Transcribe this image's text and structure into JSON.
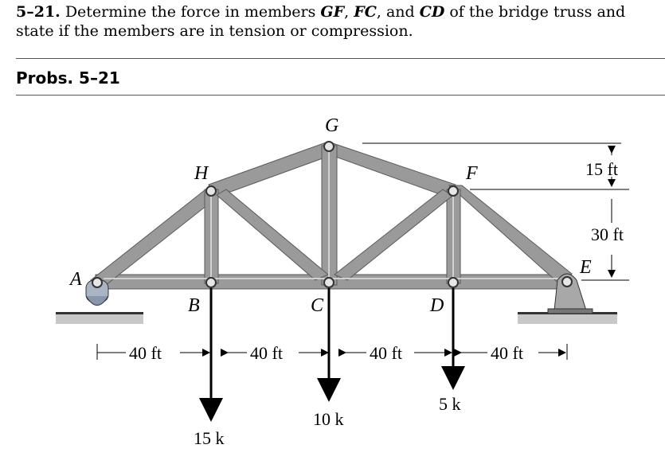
{
  "problem": {
    "number": "5–21.",
    "text_1": " Determine the force in members ",
    "m1": "GF",
    "sep1": ", ",
    "m2": "FC",
    "sep2": ", and ",
    "m3": "CD",
    "text_2": " of the bridge truss and state if the members are in tension or compression."
  },
  "probs_label": "Probs.  5–21",
  "figure": {
    "joints": {
      "A": "A",
      "B": "B",
      "C": "C",
      "D": "D",
      "E": "E",
      "F": "F",
      "G": "G",
      "H": "H"
    },
    "dims": {
      "panel1": "40 ft",
      "panel2": "40 ft",
      "panel3": "40 ft",
      "panel4": "40 ft",
      "h_upper": "15 ft",
      "h_lower": "30 ft"
    },
    "loads": {
      "B": "15 k",
      "C": "10 k",
      "D": "5 k"
    }
  },
  "colors": {
    "member": "#8e8e8e",
    "member_dark": "#5a5a5a",
    "pin": "#e6e6e6",
    "ground": "#b5b5b5"
  }
}
